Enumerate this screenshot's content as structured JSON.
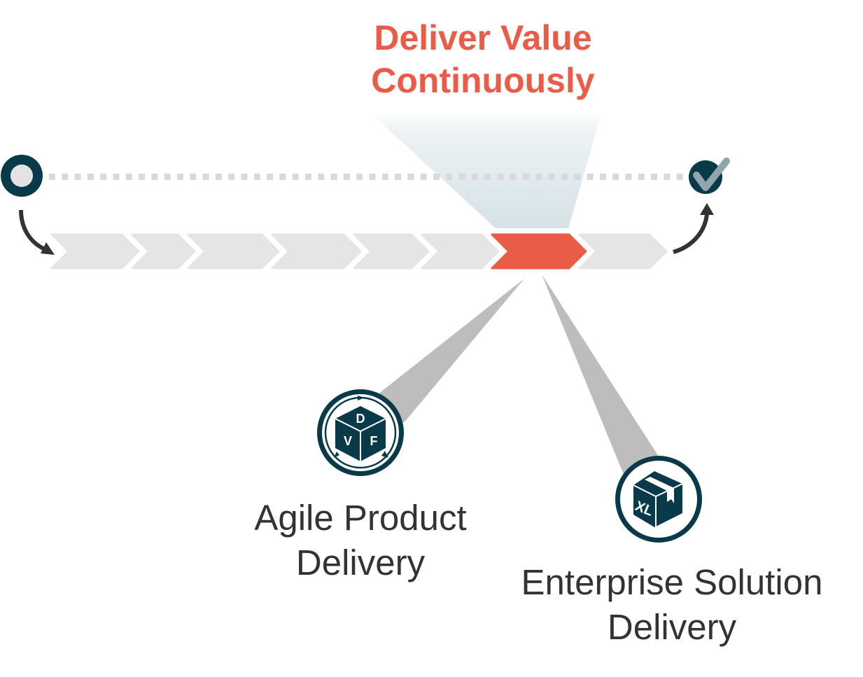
{
  "diagram": {
    "title_line1": "Deliver Value",
    "title_line2": "Continuously",
    "stages": [
      {
        "index": 1,
        "highlighted": false
      },
      {
        "index": 2,
        "highlighted": false
      },
      {
        "index": 3,
        "highlighted": false
      },
      {
        "index": 4,
        "highlighted": false
      },
      {
        "index": 5,
        "highlighted": false
      },
      {
        "index": 6,
        "highlighted": false
      },
      {
        "index": 7,
        "highlighted": true
      },
      {
        "index": 8,
        "highlighted": false
      }
    ],
    "start_marker": "start-circle-icon",
    "end_marker": "checkmark-circle-icon",
    "competencies": [
      {
        "name_line1": "Agile Product",
        "name_line2": "Delivery",
        "icon": "dvf-cube-icon",
        "icon_letters": [
          "D",
          "V",
          "F"
        ]
      },
      {
        "name_line1": "Enterprise Solution",
        "name_line2": "Delivery",
        "icon": "xl-box-icon",
        "icon_letters": [
          "XL"
        ]
      }
    ]
  },
  "colors": {
    "accent": "#ea5b48",
    "dark_teal": "#083a4a",
    "chevron_gray": "#e5e5e5",
    "dot_gray": "#d9d9d9",
    "beam_gray": "#bdbdbd",
    "spotlight": "#d5e2e7",
    "check_gray": "#8fa6ab",
    "text": "#333333",
    "arrow": "#333333"
  }
}
